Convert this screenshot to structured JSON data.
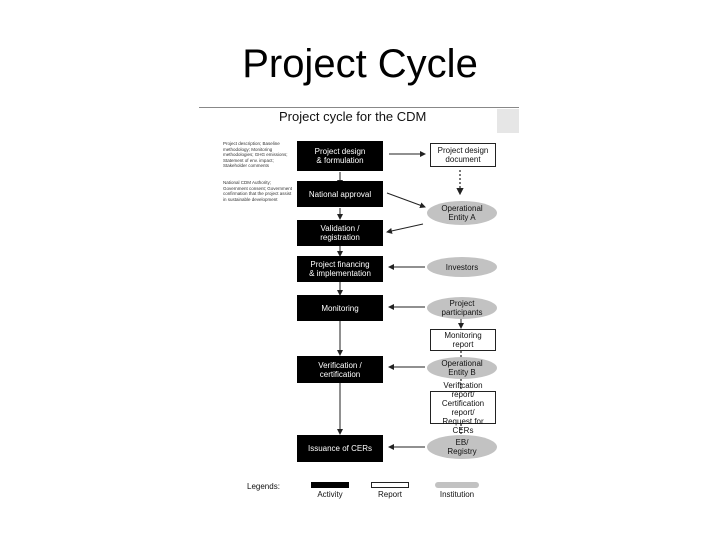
{
  "slide": {
    "title": "Project Cycle"
  },
  "figure": {
    "title": "Project cycle for the CDM",
    "notes": [
      "Project description; Baseline methodology; Monitoring methodologies; GHG emissions; Statement of env. impact; Stakeholder comments",
      "National CDM Authority; Government consent; Government confirmation that the project assist in sustainable development"
    ],
    "activities": [
      "Project design\n& formulation",
      "National approval",
      "Validation /\nregistration",
      "Project financing\n& implementation",
      "Monitoring",
      "Verification /\ncertification",
      "Issuance of CERs"
    ],
    "reports": [
      "Project design\ndocument",
      "Monitoring\nreport",
      "Verification report/\nCertification report/\nRequest for CERs"
    ],
    "institutions": [
      "Operational\nEntity A",
      "Investors",
      "Project\nparticipants",
      "Operational\nEntity B",
      "EB/\nRegistry"
    ],
    "legend": {
      "title": "Legends:",
      "activity": "Activity",
      "report": "Report",
      "institution": "Institution"
    },
    "colors": {
      "activity_fill": "#000000",
      "report_fill": "#ffffff",
      "institution_fill": "#c2c2c2"
    }
  }
}
